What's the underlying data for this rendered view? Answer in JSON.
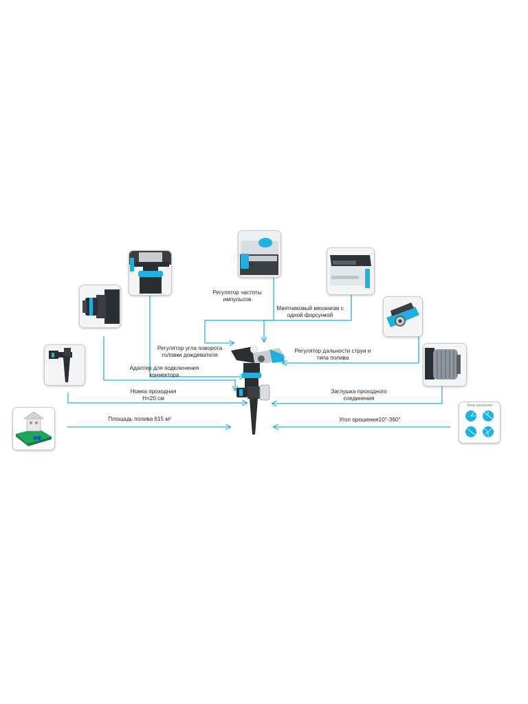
{
  "labels": {
    "pulse_regulator_1": "Регулятор  частоты",
    "pulse_regulator_2": "импульсов",
    "pendulum_1": "Маятниковый механизм с",
    "pendulum_2": "одной форсункой",
    "angle_regulator_1": "Регулятор угла поворота",
    "angle_regulator_2": "головки дождевателя",
    "range_regulator_1": "Регулятор дальности струи и",
    "range_regulator_2": "типа полива",
    "adapter_1": "Адаптер для подключения",
    "adapter_2": "коннектора",
    "leg_1": "Ножка проходная",
    "leg_2": "H=20 см",
    "plug_1": "Заглушка проходного",
    "plug_2": "соединения",
    "area": "Площадь полива 615 м²",
    "angle": "Угол орошения10°-360°"
  },
  "zone_card": {
    "title": "Зоны орошения"
  },
  "colors": {
    "accent": "#1fb0e0",
    "dark": "#2b2f33",
    "grey": "#c8cdd2"
  },
  "icons": [
    "pulse-regulator-photo",
    "pendulum-mechanism-photo",
    "angle-regulator-photo",
    "range-regulator-photo",
    "adapter-photo",
    "plug-photo",
    "leg-photo",
    "area-house-illustration",
    "irrigation-zones-card",
    "sprinkler-photo"
  ]
}
